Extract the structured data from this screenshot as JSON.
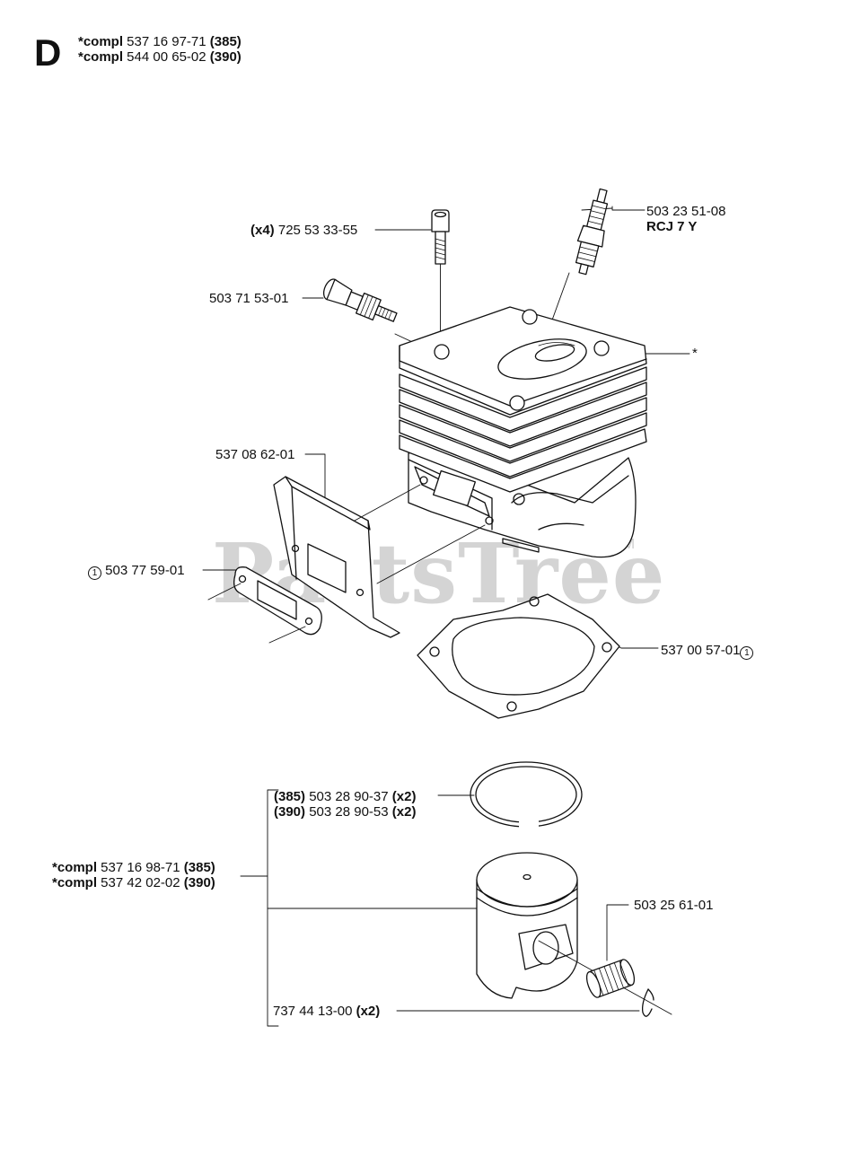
{
  "header": {
    "section_letter": "D",
    "line1": {
      "prefix": "*compl",
      "part": " 537 16 97-71 ",
      "model": "(385)"
    },
    "line2": {
      "prefix": "*compl",
      "part": " 544 00 65-02 ",
      "model": "(390)"
    }
  },
  "watermark": {
    "text": "PartsTree",
    "tm": "TM"
  },
  "labels": {
    "spark_plug": {
      "part": "503 23 51-08",
      "code": "RCJ 7 Y"
    },
    "screw": {
      "qty": "(x4)",
      "part": " 725 53 33-55"
    },
    "valve": {
      "part": "503 71 53-01"
    },
    "cylinder": {
      "mark": "*"
    },
    "plate": {
      "part": "537 08 62-01"
    },
    "exhaust_gasket": {
      "circle": "1",
      "part": " 503 77 59-01"
    },
    "base_gasket": {
      "part": "537 00 57-01",
      "circle": "1"
    },
    "piston_ring": {
      "l1_model": "(385)",
      "l1_part": " 503 28 90-37 ",
      "l1_qty": "(x2)",
      "l2_model": "(390)",
      "l2_part": " 503 28 90-53 ",
      "l2_qty": "(x2)"
    },
    "piston": {
      "l1_prefix": "*compl",
      "l1_part": " 537 16 98-71 ",
      "l1_model": "(385)",
      "l2_prefix": "*compl",
      "l2_part": " 537 42 02-02 ",
      "l2_model": "(390)"
    },
    "needle_bearing": {
      "part": "503 25 61-01"
    },
    "circlip": {
      "part": "737 44 13-00 ",
      "qty": "(x2)"
    }
  }
}
